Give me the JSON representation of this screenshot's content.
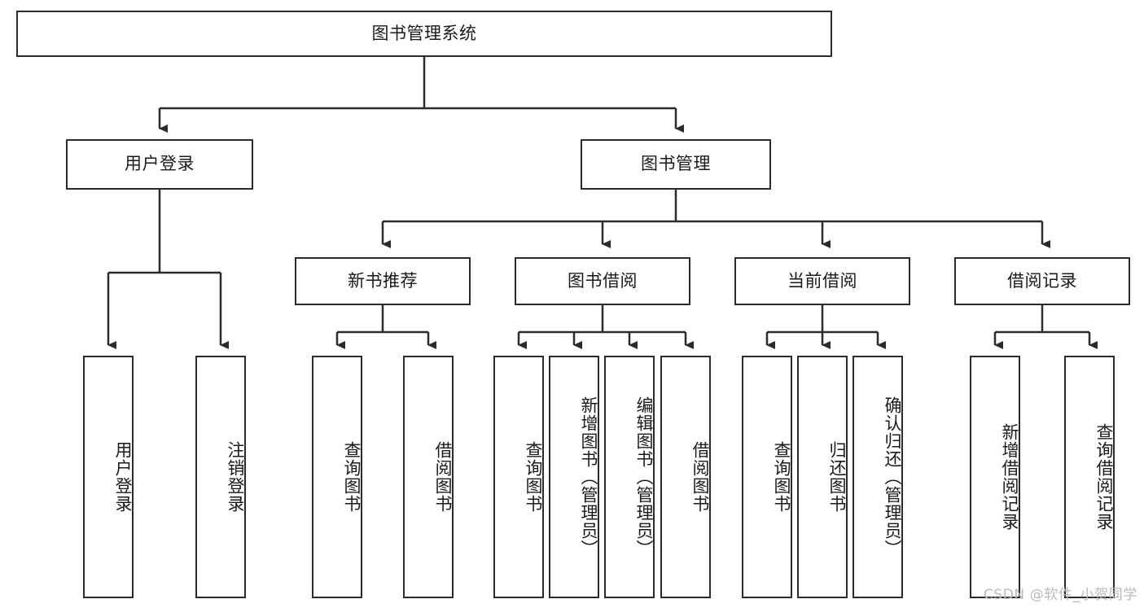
{
  "diagram": {
    "type": "tree-hierarchy",
    "title": "图书管理系统",
    "root": {
      "label": "图书管理系统"
    },
    "level2": [
      {
        "id": "user-login",
        "label": "用户登录"
      },
      {
        "id": "book-manage",
        "label": "图书管理"
      }
    ],
    "level3": [
      {
        "id": "new-book-rec",
        "label": "新书推荐",
        "parent": "book-manage"
      },
      {
        "id": "book-borrow",
        "label": "图书借阅",
        "parent": "book-manage"
      },
      {
        "id": "current-borrow",
        "label": "当前借阅",
        "parent": "book-manage"
      },
      {
        "id": "borrow-record",
        "label": "借阅记录",
        "parent": "book-manage"
      }
    ],
    "leaves": [
      {
        "id": "leaf-user-login",
        "label": "用户登录",
        "parent": "user-login"
      },
      {
        "id": "leaf-logout",
        "label": "注销登录",
        "parent": "user-login"
      },
      {
        "id": "leaf-query-book-1",
        "label": "查询图书",
        "parent": "new-book-rec"
      },
      {
        "id": "leaf-borrow-book-1",
        "label": "借阅图书",
        "parent": "new-book-rec"
      },
      {
        "id": "leaf-query-book-2",
        "label": "查询图书",
        "parent": "book-borrow"
      },
      {
        "id": "leaf-add-book",
        "label": "新增图书（管理员）",
        "parent": "book-borrow"
      },
      {
        "id": "leaf-edit-book",
        "label": "编辑图书（管理员）",
        "parent": "book-borrow"
      },
      {
        "id": "leaf-borrow-book-2",
        "label": "借阅图书",
        "parent": "book-borrow"
      },
      {
        "id": "leaf-query-book-3",
        "label": "查询图书",
        "parent": "current-borrow"
      },
      {
        "id": "leaf-return-book",
        "label": "归还图书",
        "parent": "current-borrow"
      },
      {
        "id": "leaf-confirm-return",
        "label": "确认归还（管理员）",
        "parent": "current-borrow"
      },
      {
        "id": "leaf-add-record",
        "label": "新增借阅记录",
        "parent": "borrow-record"
      },
      {
        "id": "leaf-query-record",
        "label": "查询借阅记录",
        "parent": "borrow-record"
      }
    ],
    "colors": {
      "stroke": "#2b2b2b",
      "fill": "#ffffff",
      "text": "#1a1a1a",
      "watermark": "#b9b9b9"
    }
  },
  "watermark": {
    "text": "CSDN @软件_小贺同学"
  }
}
